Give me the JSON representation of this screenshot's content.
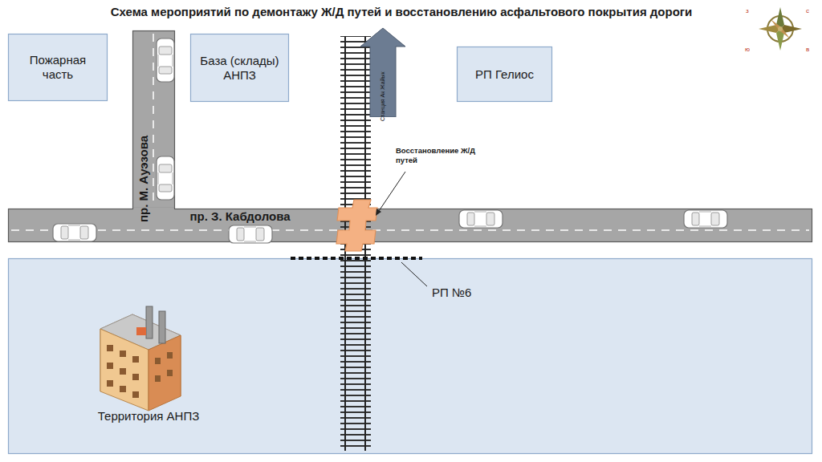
{
  "diagram": {
    "title": "Схема мероприятий по демонтажу Ж/Д путей и восстановлению асфальтового покрытия дороги",
    "nodes": [
      {
        "text": [
          "Пожарная часть"
        ]
      },
      {
        "text": [
          "База (склады) АНПЗ"
        ]
      },
      {
        "text": [
          "РП Гелиос"
        ]
      },
      {
        "text": [
          "Станция Ак Жайык"
        ]
      },
      {
        "text": [
          "пр. М. Ауэзова"
        ]
      },
      {
        "text": [
          "пр. З. Кабдолова"
        ]
      },
      {
        "text": [
          "Территория АНПЗ"
        ]
      }
    ],
    "labels": [
      "Восстановление Ж/Д путей",
      "РП №6",
      "з",
      "с",
      "ю",
      "в"
    ]
  }
}
